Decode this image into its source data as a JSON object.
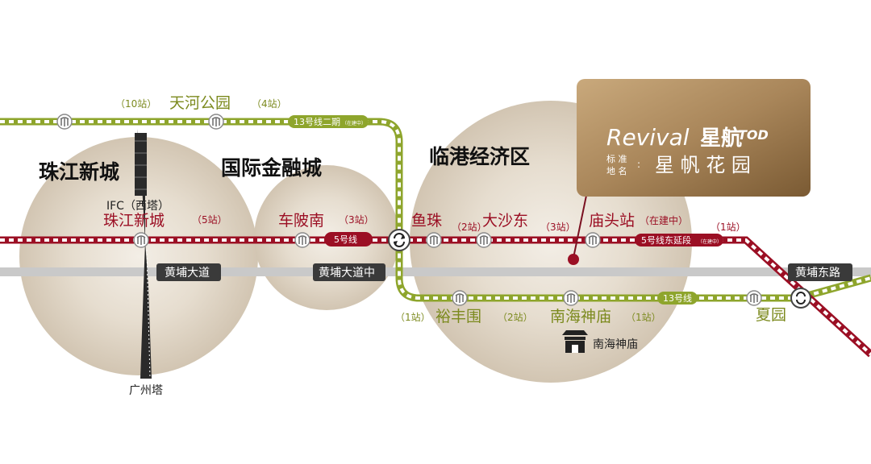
{
  "zones": {
    "zhujiang": "珠江新城",
    "guoji": "国际金融城",
    "lingang": "临港经济区"
  },
  "landmarks": {
    "ifc": "IFC（西塔）",
    "canton_tower": "广州塔",
    "nanhai_temple": "南海神庙"
  },
  "roads": {
    "huangpu_dadao": "黄埔大道",
    "huangpu_dadao_zhong": "黄埔大道中",
    "huangpu_donglu": "黄埔东路"
  },
  "line5": {
    "pill": "5号线",
    "extension_pill": "5号线东延段",
    "extension_status": "（在建中）",
    "stations": {
      "zhujiang": "珠江新城",
      "chebei": "车陂南",
      "yuzhu": "鱼珠",
      "dashadong": "大沙东",
      "miaotou": "庙头站",
      "miaotou_status": "（在建中）"
    },
    "counts": {
      "zhujiang": "（5站）",
      "chebei": "（3站）",
      "yuzhu_dashadong": "（2站）",
      "dashadong_miaotou": "（3站）",
      "after_miaotou": "（1站）"
    }
  },
  "line13": {
    "phase2_pill": "13号线二期",
    "phase2_status": "（在建中）",
    "pill": "13号线",
    "stations": {
      "tianhe": "天河公园",
      "yufengwei": "裕丰围",
      "nanhai": "南海神庙",
      "xiayuan": "夏园"
    },
    "counts": {
      "left": "（10站）",
      "tianhe_right": "（4站）",
      "before_yufengwei": "（1站）",
      "yufengwei_nanhai": "（2站）",
      "after_nanhai": "（1站）"
    }
  },
  "brand_card": {
    "logo_script": "Revival",
    "logo_cn": "星航",
    "logo_tod": "TOD",
    "label_line1": "标 准",
    "label_line2": "地 名",
    "colon": ":",
    "name": "星 帆 花 园"
  },
  "colors": {
    "line5_red": "#9b0f24",
    "line13_green": "#8ea52c",
    "road_gray": "#c9c9c9",
    "road_label_bg": "#3a3a3a",
    "circle_beige": "#ddd2c2",
    "card_gold": "#a7835a"
  },
  "icons": {
    "metro": "metro-logo-icon",
    "transfer": "transfer-icon",
    "temple": "temple-icon",
    "tower": "tower-icon",
    "pin": "location-pin-icon"
  }
}
